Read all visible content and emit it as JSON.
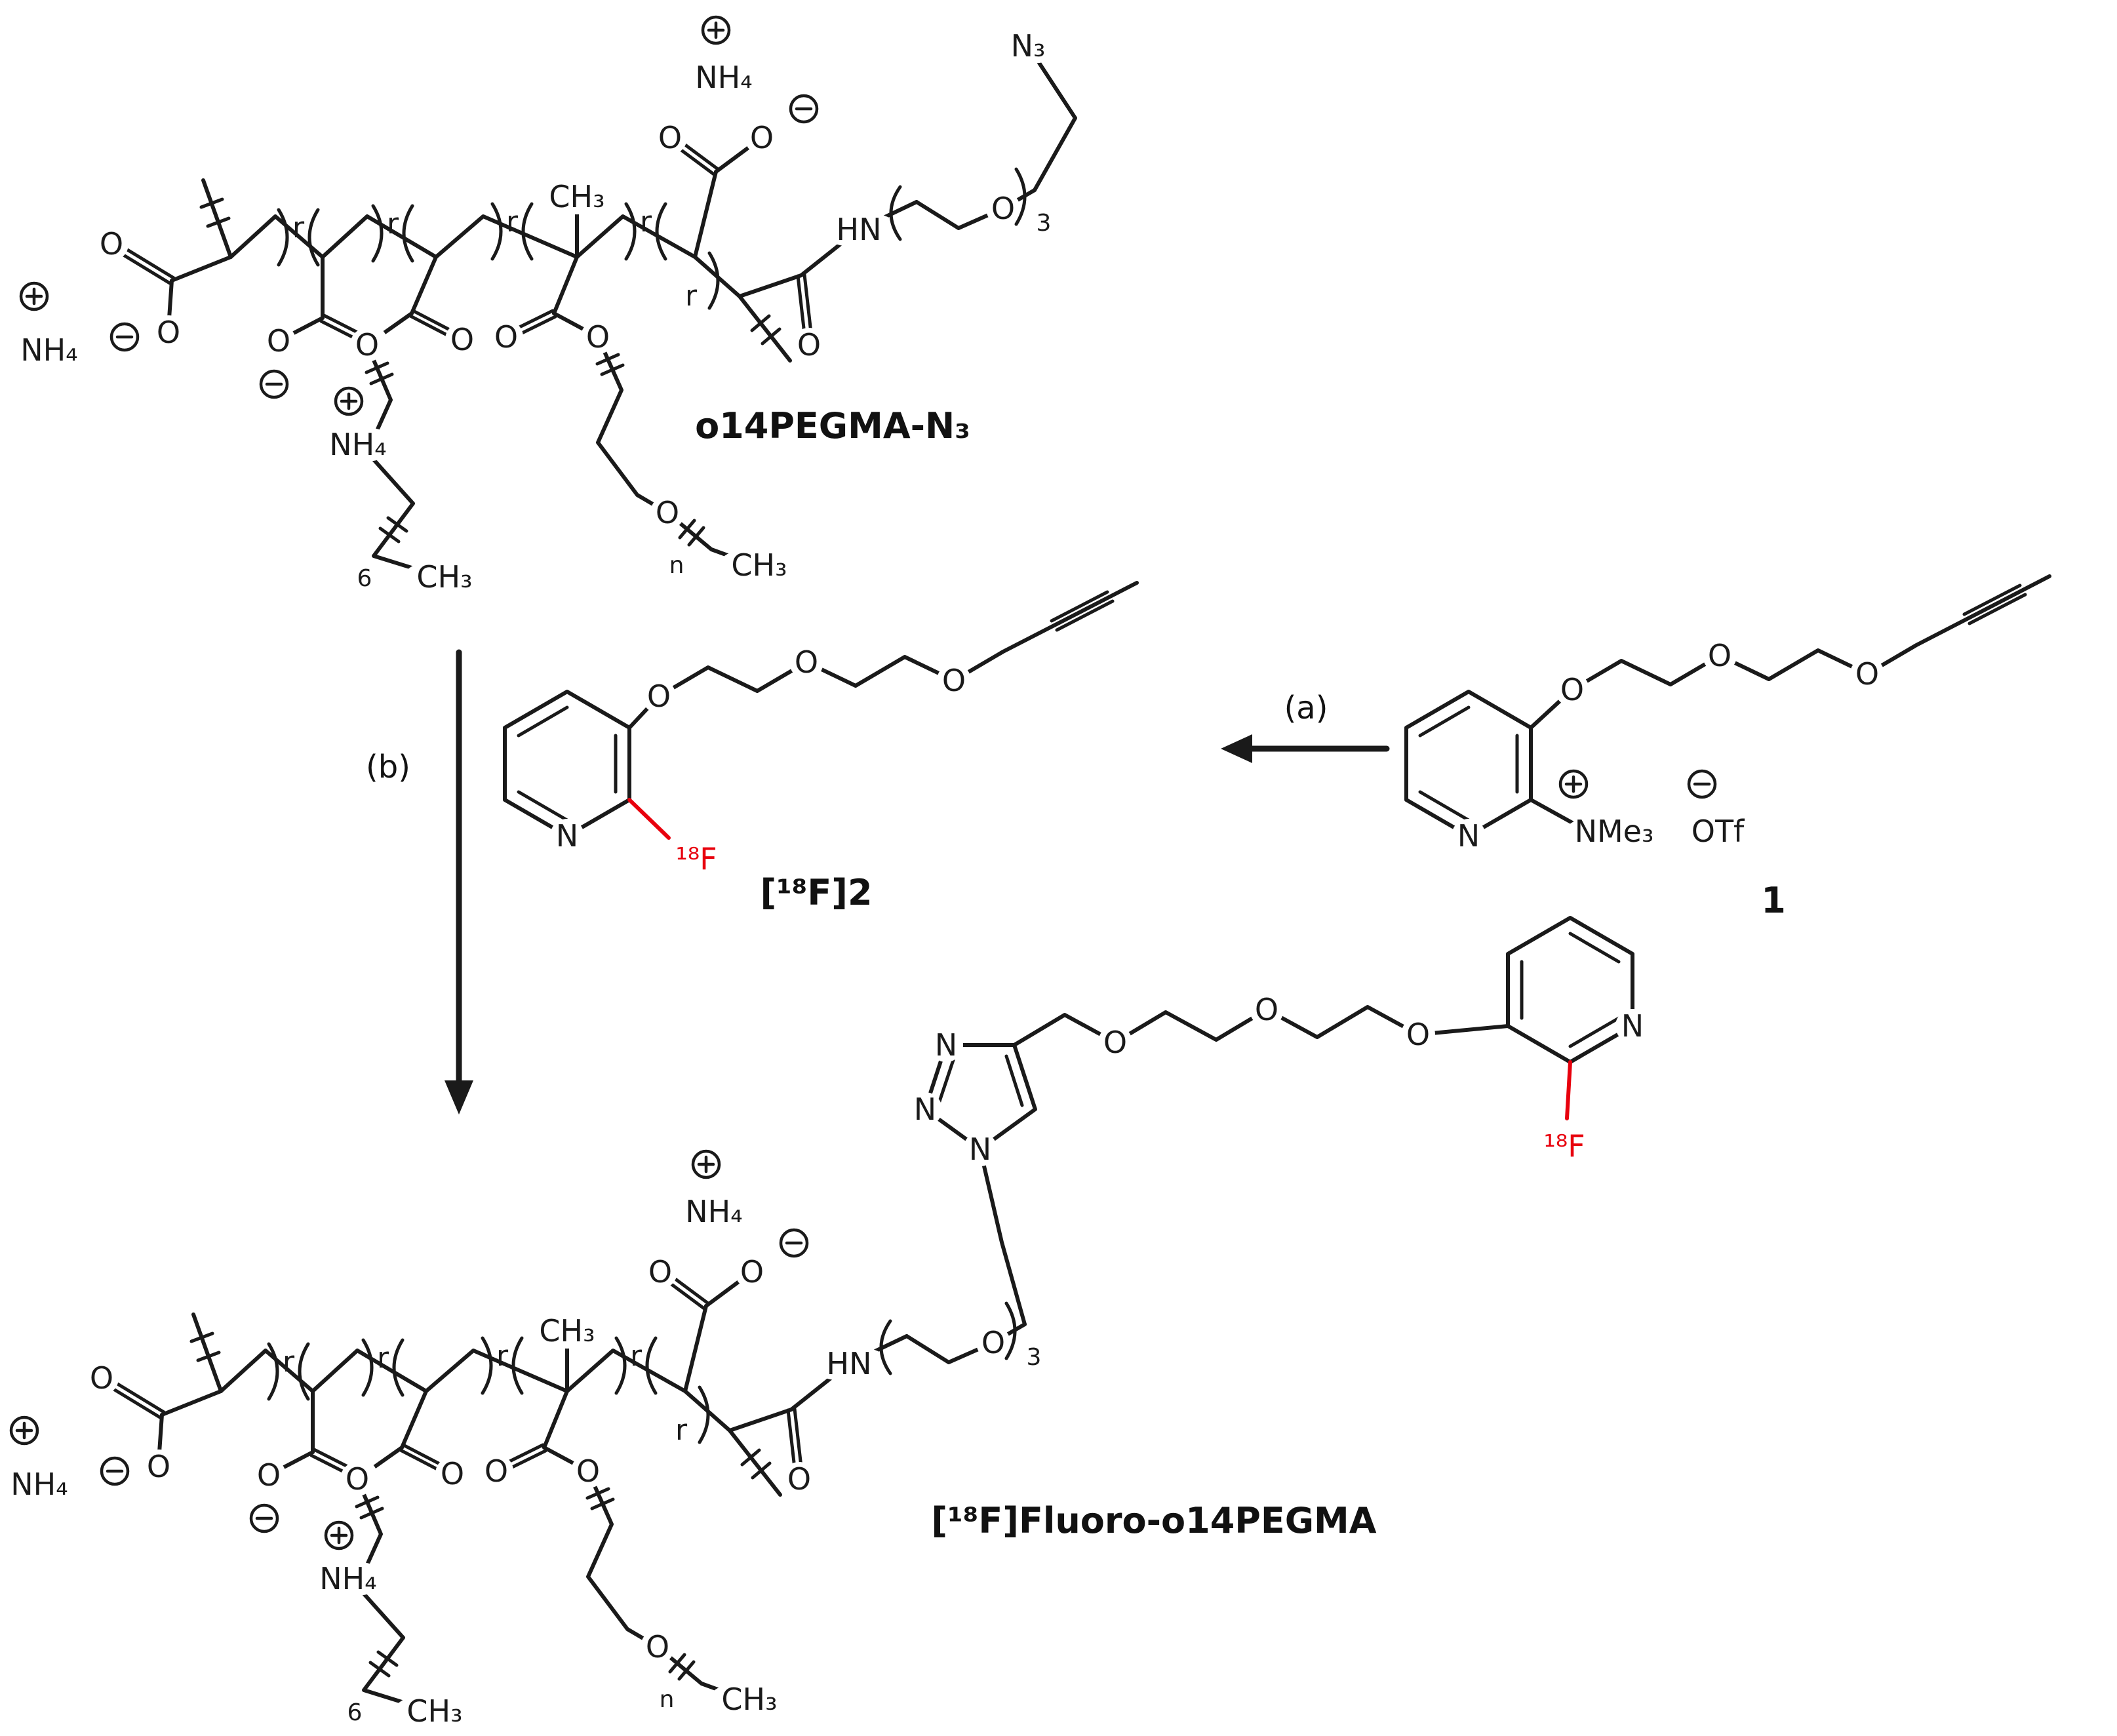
{
  "scheme": {
    "background_color": "#ffffff",
    "bond_color": "#1a1a1a",
    "radiolabel_color": "#e8000d",
    "compounds": {
      "top_polymer": {
        "name": "o14PEGMA-N₃"
      },
      "intermediate": {
        "name": "[¹⁸F]2"
      },
      "precursor": {
        "name": "1"
      },
      "product": {
        "name": "[¹⁸F]Fluoro-o14PEGMA"
      }
    },
    "steps": {
      "a": "(a)",
      "b": "(b)"
    },
    "atoms": {
      "O": "O",
      "N": "N",
      "NH4": "NH₄",
      "CH3": "CH₃",
      "HN": "HN",
      "N3": "N₃",
      "NMe3": "NMe₃",
      "OTf": "OTf",
      "F18": "¹⁸F"
    },
    "subscripts": {
      "lauryl_repeat": "6",
      "peg_repeat": "n",
      "peg3_repeat": "3",
      "random": "r"
    }
  }
}
